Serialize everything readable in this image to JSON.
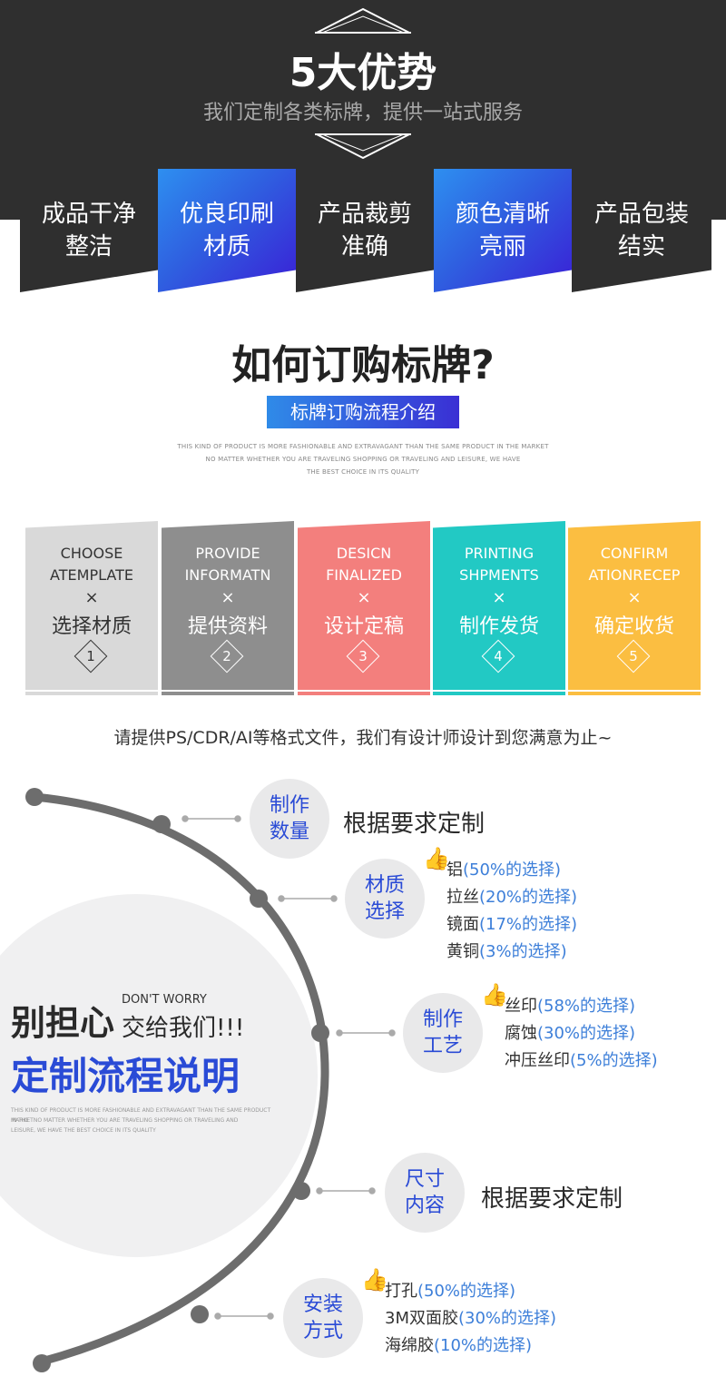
{
  "header": {
    "title": "5大优势",
    "subtitle": "我们定制各类标牌，提供一站式服务"
  },
  "advantages": [
    {
      "text": "成品干净\n整洁",
      "style": "dark"
    },
    {
      "text": "优良印刷\n材质",
      "style": "blue"
    },
    {
      "text": "产品裁剪\n准确",
      "style": "dark"
    },
    {
      "text": "颜色清晰\n亮丽",
      "style": "blue"
    },
    {
      "text": "产品包装\n结实",
      "style": "dark"
    }
  ],
  "order": {
    "title": "如何订购标牌?",
    "badge": "标牌订购流程介绍",
    "en_lines": [
      "THIS KIND OF PRODUCT IS MORE FASHIONABLE AND EXTRAVAGANT THAN THE SAME PRODUCT IN THE MARKET",
      "NO MATTER WHETHER YOU ARE TRAVELING SHOPPING OR TRAVELING AND LEISURE, WE HAVE",
      "THE BEST CHOICE IN ITS QUALITY"
    ],
    "steps": [
      {
        "en": "CHOOSE\nATEMPLATE",
        "x": "×",
        "cn": "选择材质",
        "num": "1",
        "color": "#d9d9d9",
        "fg": "#333333"
      },
      {
        "en": "PROVIDE\nINFORMATN",
        "x": "×",
        "cn": "提供资料",
        "num": "2",
        "color": "#8e8e8e",
        "fg": "#ffffff"
      },
      {
        "en": "DESICN\nFINALIZED",
        "x": "×",
        "cn": "设计定稿",
        "num": "3",
        "color": "#f37f7d",
        "fg": "#ffffff"
      },
      {
        "en": "PRINTING\nSHPMENTS",
        "x": "×",
        "cn": "制作发货",
        "num": "4",
        "color": "#22c9c4",
        "fg": "#ffffff"
      },
      {
        "en": "CONFIRM\nATIONRECEP",
        "x": "×",
        "cn": "确定收货",
        "num": "5",
        "color": "#fbbe41",
        "fg": "#ffffff"
      }
    ],
    "note": "请提供PS/CDR/AI等格式文件，我们有设计师设计到您满意为止~"
  },
  "process": {
    "left": {
      "line1": "别担心",
      "small": "DON'T WORRY",
      "mid": "交给我们!!!",
      "line2": "定制流程说明",
      "en_lines": [
        "THIS KIND OF PRODUCT IS MORE FASHIONABLE AND EXTRAVAGANT THAN THE SAME PRODUCT IN THE",
        "MARKETNO MATTER WHETHER YOU ARE TRAVELING SHOPPING OR TRAVELING AND",
        "LEISURE, WE HAVE THE BEST CHOICE IN ITS QUALITY"
      ]
    },
    "items": [
      {
        "bubble": "制作\n数量",
        "label": "根据要求定制"
      },
      {
        "bubble": "材质\n选择",
        "options": [
          {
            "name": "铝",
            "pct": "(50%的选择)",
            "thumb": true
          },
          {
            "name": "拉丝",
            "pct": "(20%的选择)"
          },
          {
            "name": "镜面",
            "pct": "(17%的选择)"
          },
          {
            "name": "黄铜",
            "pct": "(3%的选择)"
          }
        ]
      },
      {
        "bubble": "制作\n工艺",
        "options": [
          {
            "name": "丝印",
            "pct": "(58%的选择)",
            "thumb": true
          },
          {
            "name": "腐蚀",
            "pct": "(30%的选择)"
          },
          {
            "name": "冲压丝印",
            "pct": "(5%的选择)"
          }
        ]
      },
      {
        "bubble": "尺寸\n内容",
        "label": "根据要求定制"
      },
      {
        "bubble": "安装\n方式",
        "options": [
          {
            "name": "打孔",
            "pct": "(50%的选择)",
            "thumb": true
          },
          {
            "name": "3M双面胶",
            "pct": "(30%的选择)"
          },
          {
            "name": "海绵胶",
            "pct": "(10%的选择)"
          }
        ]
      }
    ],
    "thumb_icon": "👍"
  }
}
